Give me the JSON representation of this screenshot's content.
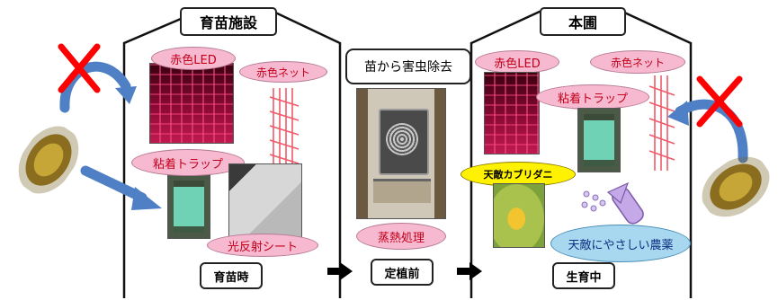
{
  "nursery": {
    "title": "育苗施設",
    "stage_label": "育苗時",
    "red_led": "赤色LED",
    "red_net": "赤色ネット",
    "sticky_trap": "粘着トラップ",
    "reflective_sheet": "光反射シート"
  },
  "middle": {
    "title": "苗から害虫除去",
    "stage_label": "定植前",
    "steam_treatment": "蒸熱処理"
  },
  "field": {
    "title": "本圃",
    "stage_label": "生育中",
    "red_led": "赤色LED",
    "red_net": "赤色ネット",
    "sticky_trap": "粘着トラップ",
    "predatory_mite": "天敵カブリダニ",
    "natural_enemy_friendly": "天敵にやさしい農薬"
  },
  "colors": {
    "pink_pill": "#f6b9d0",
    "red_text": "#c2001a",
    "blue_pill": "#a8d8f0",
    "yellow_pill": "#fff200",
    "arrow_blue": "#4f7fc4",
    "cross_red": "#ff0000"
  }
}
